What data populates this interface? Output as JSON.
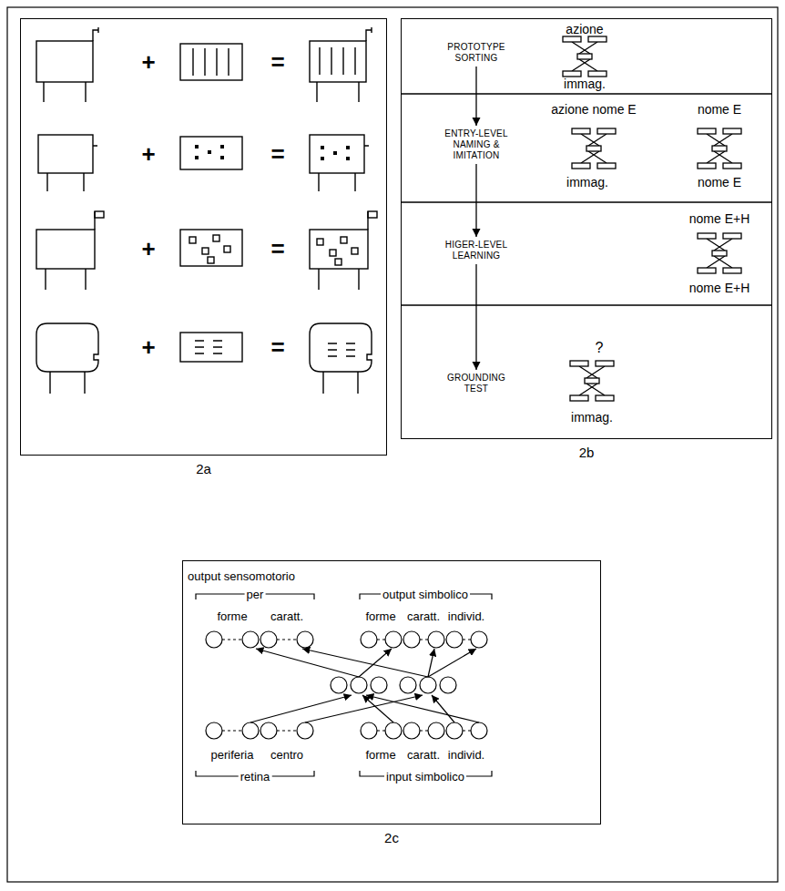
{
  "diagram": {
    "nodes": [
      {
        "text": [
          "2a"
        ]
      },
      {
        "text": [
          "2b"
        ]
      },
      {
        "text": [
          "PROTOTYPE SORTING"
        ],
        "in": 1
      },
      {
        "text": [
          "ENTRY-LEVEL NAMING & IMITATION"
        ],
        "in": 1
      },
      {
        "text": [
          "HIGER-LEVEL LEARNING"
        ],
        "in": 1
      },
      {
        "text": [
          "GROUNDING TEST"
        ],
        "in": 1
      },
      {
        "text": [
          "2c"
        ]
      }
    ],
    "edges": [
      {
        "from": 2,
        "to": 3,
        "arrow": "to"
      },
      {
        "from": 3,
        "to": 4,
        "arrow": "to"
      },
      {
        "from": 4,
        "to": 5,
        "arrow": "to"
      }
    ],
    "labels": [
      "+",
      "=",
      "+",
      "=",
      "+",
      "=",
      "+",
      "=",
      "azione",
      "immag.",
      "azione nome E",
      "nome E",
      "immag.",
      "nome E",
      "nome E+H",
      "nome E+H",
      "?",
      "immag.",
      "output sensomotorio",
      "per",
      "output simbolico",
      "forme",
      "caratt.",
      "forme",
      "caratt.",
      "individ.",
      "periferia",
      "centro",
      "forme",
      "caratt.",
      "individ.",
      "retina",
      "input simbolico"
    ]
  }
}
